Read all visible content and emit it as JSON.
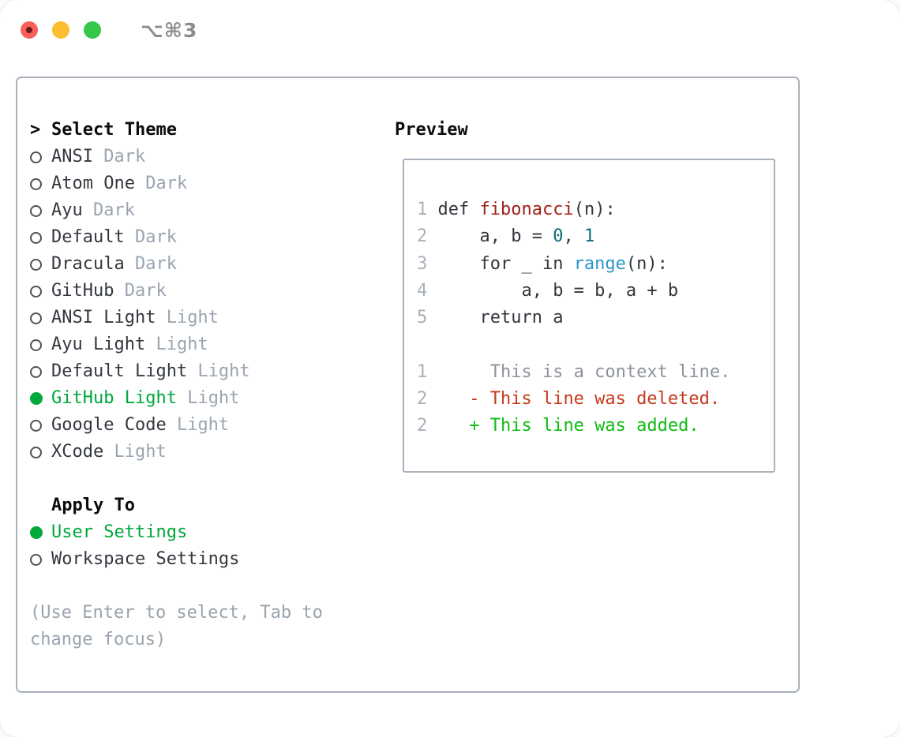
{
  "window": {
    "title": "⌥⌘3",
    "traffic_lights": {
      "close": "#f8605a",
      "minimize": "#fcbd2e",
      "zoom": "#34c748"
    }
  },
  "theme_menu": {
    "prompt": ">",
    "title": "Select Theme",
    "items": [
      {
        "label": "ANSI",
        "variant": "Dark",
        "selected": false
      },
      {
        "label": "Atom One",
        "variant": "Dark",
        "selected": false
      },
      {
        "label": "Ayu",
        "variant": "Dark",
        "selected": false
      },
      {
        "label": "Default",
        "variant": "Dark",
        "selected": false
      },
      {
        "label": "Dracula",
        "variant": "Dark",
        "selected": false
      },
      {
        "label": "GitHub",
        "variant": "Dark",
        "selected": false
      },
      {
        "label": "ANSI Light",
        "variant": "Light",
        "selected": false
      },
      {
        "label": "Ayu Light",
        "variant": "Light",
        "selected": false
      },
      {
        "label": "Default Light",
        "variant": "Light",
        "selected": false
      },
      {
        "label": "GitHub Light",
        "variant": "Light",
        "selected": true
      },
      {
        "label": "Google Code",
        "variant": "Light",
        "selected": false
      },
      {
        "label": "XCode",
        "variant": "Light",
        "selected": false
      }
    ]
  },
  "apply_to": {
    "title": "Apply To",
    "options": [
      {
        "label": "User Settings",
        "selected": true
      },
      {
        "label": "Workspace Settings",
        "selected": false
      }
    ]
  },
  "hint": "(Use Enter to select, Tab to change focus)",
  "preview": {
    "title": "Preview",
    "code_lines": [
      {
        "num": "1 ",
        "tokens": [
          [
            "def ",
            "default"
          ],
          [
            "fibonacci",
            "function"
          ],
          [
            "(n):",
            "default"
          ]
        ]
      },
      {
        "num": "2 ",
        "tokens": [
          [
            "    a, b = ",
            "default"
          ],
          [
            "0",
            "number"
          ],
          [
            ", ",
            "default"
          ],
          [
            "1",
            "number"
          ]
        ]
      },
      {
        "num": "3 ",
        "tokens": [
          [
            "    for _ in ",
            "default"
          ],
          [
            "range",
            "builtin"
          ],
          [
            "(n):",
            "default"
          ]
        ]
      },
      {
        "num": "4 ",
        "tokens": [
          [
            "        a, b = b, a + b",
            "default"
          ]
        ]
      },
      {
        "num": "5 ",
        "tokens": [
          [
            "    return a",
            "default"
          ]
        ]
      },
      {
        "num": "",
        "tokens": []
      },
      {
        "num": "1 ",
        "tokens": [
          [
            "     This is a context line.",
            "context"
          ]
        ]
      },
      {
        "num": "2 ",
        "tokens": [
          [
            "   - This line was deleted.",
            "deleted"
          ]
        ]
      },
      {
        "num": "2 ",
        "tokens": [
          [
            "   + This line was added.",
            "added"
          ]
        ]
      }
    ]
  },
  "colors": {
    "selection_green": "#00a83c",
    "label_dark": "#33383f",
    "variant_gray": "#9aa5b2",
    "hint_gray": "#9aa4ae",
    "panel_border": "#a9b1ba",
    "title_gray": "#8c8c8e",
    "code": {
      "line_number": "#a9b1ba",
      "default": "#32373d",
      "function": "#a02019",
      "number": "#0d6b77",
      "builtin": "#2a96cb",
      "context": "#8d939b",
      "deleted": "#c43a1d",
      "added": "#0fbc11"
    }
  }
}
